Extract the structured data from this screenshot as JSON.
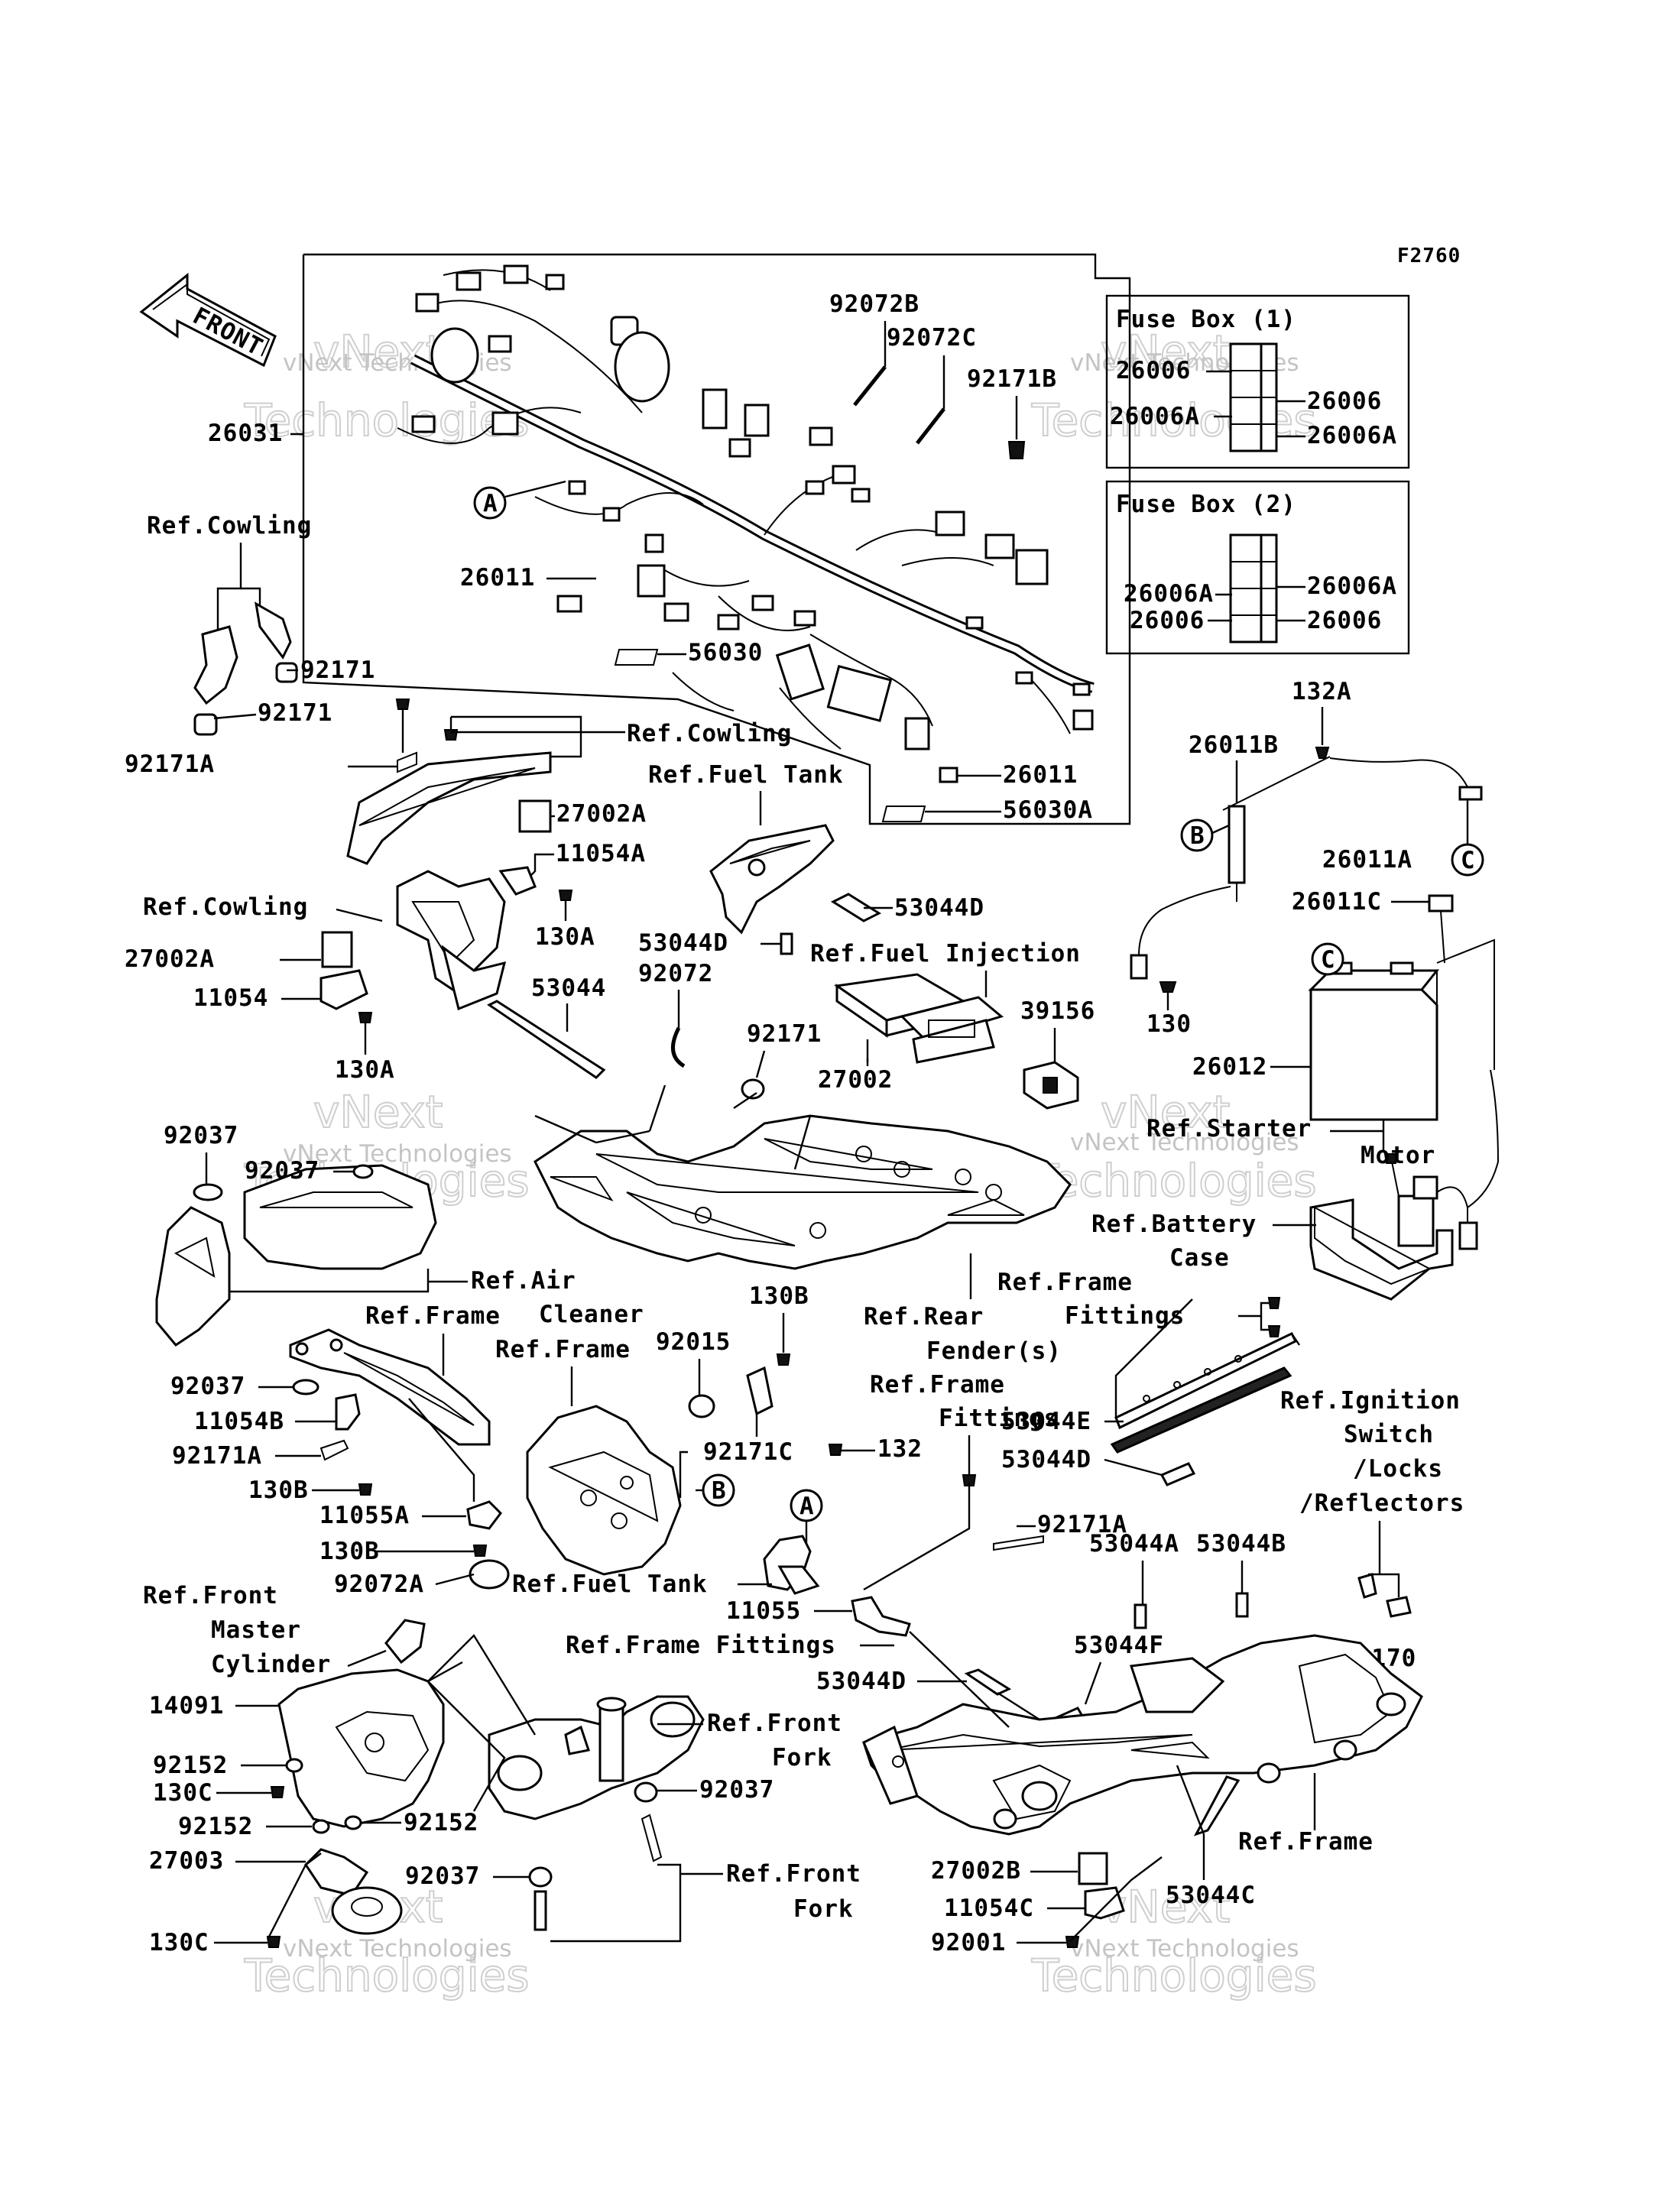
{
  "diagram_code": "F2760",
  "front_arrow": "FRONT",
  "fuse_box_1": {
    "title": "Fuse Box (1)",
    "left": [
      "26006",
      "26006A"
    ],
    "right": [
      "26006",
      "26006A"
    ]
  },
  "fuse_box_2": {
    "title": "Fuse Box (2)",
    "left": [
      "26006A",
      "26006"
    ],
    "right": [
      "26006A",
      "26006"
    ]
  },
  "circle_markers": [
    "A",
    "A",
    "B",
    "B",
    "C",
    "C"
  ],
  "watermark": {
    "line1": "vNext",
    "line2": "Technologies",
    "text": "vNext Technologies"
  },
  "labels": {
    "p26031": "26031",
    "p26011_a": "26011",
    "p56030": "56030",
    "p26011_b": "26011",
    "p56030A": "56030A",
    "p92072B": "92072B",
    "p92072C": "92072C",
    "p92171B": "92171B",
    "p132A": "132A",
    "p26011B": "26011B",
    "p26011A": "26011A",
    "p26011C": "26011C",
    "p130_r": "130",
    "p26012": "26012",
    "p92171_1": "92171",
    "p92171_2": "92171",
    "p92171A_1": "92171A",
    "p27002A_1": "27002A",
    "p11054A": "11054A",
    "p130A_1": "130A",
    "p27002A_2": "27002A",
    "p11054": "11054",
    "p130A_2": "130A",
    "p53044": "53044",
    "p53044D_1": "53044D",
    "p53044D_top": "53044D",
    "p92072": "92072",
    "p92171_3": "92171",
    "p27002": "27002",
    "p39156": "39156",
    "p92037_1": "92037",
    "p92037_2": "92037",
    "p92015": "92015",
    "p130B_1": "130B",
    "p92171C": "92171C",
    "p132": "132",
    "p92037_3": "92037",
    "p11054B": "11054B",
    "p92171A_2": "92171A",
    "p130B_2": "130B",
    "p11055A": "11055A",
    "p130B_3": "130B",
    "p92072A": "92072A",
    "p11055": "11055",
    "p53044E": "53044E",
    "p53044D_2": "53044D",
    "p92171A_3": "92171A",
    "p53044A": "53044A",
    "p53044B": "53044B",
    "p92170": "92170",
    "p53044D_3": "53044D",
    "p53044F": "53044F",
    "p14091": "14091",
    "p92152_1": "92152",
    "p130C_1": "130C",
    "p92152_2": "92152",
    "p92152_3": "92152",
    "p27003": "27003",
    "p130C_2": "130C",
    "p92037_4": "92037",
    "p92037_5": "92037",
    "p27002B": "27002B",
    "p11054C": "11054C",
    "p92001": "92001",
    "p53044C": "53044C"
  },
  "refs": {
    "cowling_1": "Ref.Cowling",
    "cowling_2": "Ref.Cowling",
    "cowling_3": "Ref.Cowling",
    "fuel_tank_1": "Ref.Fuel Tank",
    "fuel_injection": "Ref.Fuel Injection",
    "starter_motor": [
      "Ref.Starter",
      "Motor"
    ],
    "battery_case": [
      "Ref.Battery",
      "Case"
    ],
    "air_cleaner": [
      "Ref.Air",
      "Cleaner"
    ],
    "frame_1": "Ref.Frame",
    "frame_2": "Ref.Frame",
    "frame_fittings_1": [
      "Ref.Frame",
      "Fittings"
    ],
    "rear_fender": [
      "Ref.Rear",
      "Fender(s)"
    ],
    "frame_fittings_2": [
      "Ref.Frame",
      "Fittings"
    ],
    "ignition_switch": [
      "Ref.Ignition",
      "Switch",
      "/Locks",
      "/Reflectors"
    ],
    "front_master_cylinder": [
      "Ref.Front",
      "Master",
      "Cylinder"
    ],
    "fuel_tank_2": "Ref.Fuel Tank",
    "frame_fittings_3": "Ref.Frame Fittings",
    "front_fork_1": [
      "Ref.Front",
      "Fork"
    ],
    "front_fork_2": [
      "Ref.Front",
      "Fork"
    ],
    "frame_3": "Ref.Frame"
  }
}
